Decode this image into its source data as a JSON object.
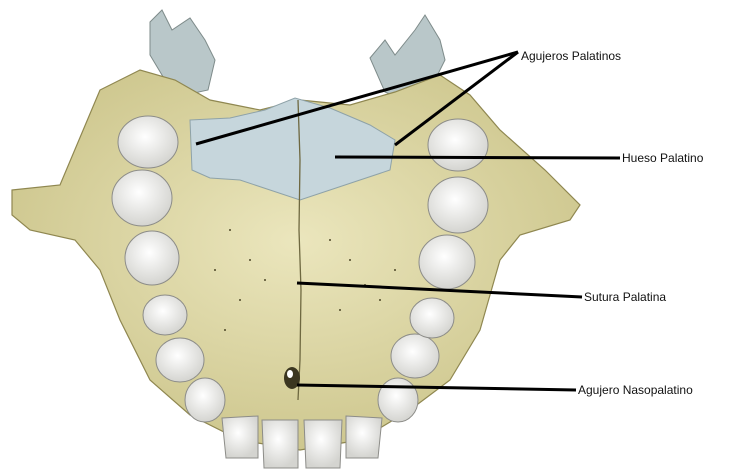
{
  "labels": {
    "agujeros_palatinos": "Agujeros Palatinos",
    "hueso_palatino": "Hueso Palatino",
    "sutura_palatina": "Sutura Palatina",
    "agujero_nasopalatino": "Agujero Nasopalatino"
  },
  "colors": {
    "bone": "#e7e1b4",
    "bone_shadow": "#cfc78e",
    "palatine": "#c6d6dc",
    "tooth": "#f2f2f0",
    "line": "#000000"
  }
}
